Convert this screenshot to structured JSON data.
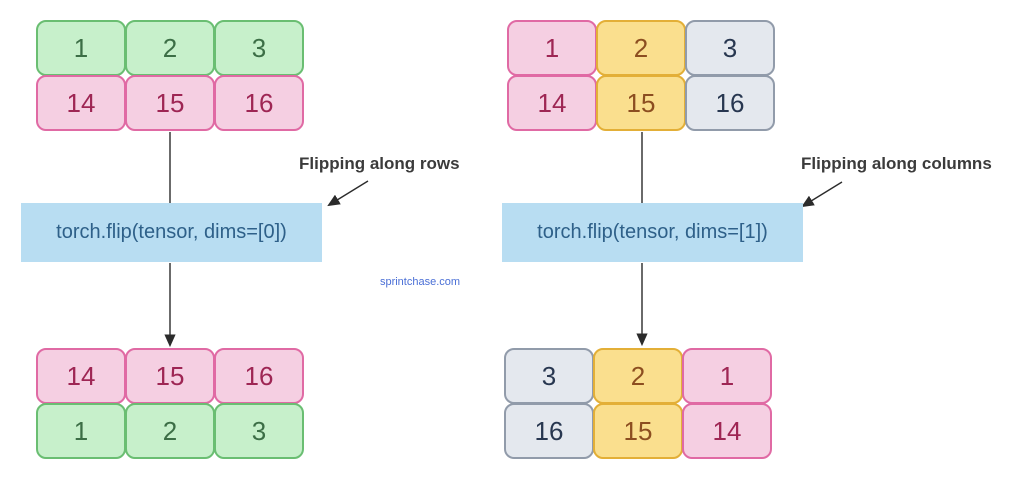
{
  "watermark": {
    "text": "sprintchase.com",
    "color": "#4a6fd6"
  },
  "palette": {
    "green_bg": "#c7f0cb",
    "green_border": "#6abe72",
    "green_text": "#3c6e46",
    "pink_bg": "#f5cfe2",
    "pink_border": "#e06aa4",
    "pink_text": "#9e2654",
    "yellow_bg": "#fadf8e",
    "yellow_border": "#e3af37",
    "yellow_text": "#8c4e20",
    "gray_bg": "#e4e8ee",
    "gray_border": "#919baa",
    "gray_text": "#283750",
    "code_box_bg": "#b8ddf2",
    "code_box_text": "#2e6089",
    "arrow": "#2b2b2b",
    "label_text": "#3b3b3b"
  },
  "left": {
    "label": "Flipping along rows",
    "code": "torch.flip(tensor, dims=[0])",
    "top": {
      "cells": [
        [
          "1",
          "2",
          "3"
        ],
        [
          "14",
          "15",
          "16"
        ]
      ]
    },
    "bottom": {
      "cells": [
        [
          "14",
          "15",
          "16"
        ],
        [
          "1",
          "2",
          "3"
        ]
      ]
    }
  },
  "right": {
    "label": "Flipping along columns",
    "code": "torch.flip(tensor, dims=[1])",
    "top": {
      "cells": [
        [
          "1",
          "2",
          "3"
        ],
        [
          "14",
          "15",
          "16"
        ]
      ]
    },
    "bottom": {
      "cells": [
        [
          "3",
          "2",
          "1"
        ],
        [
          "16",
          "15",
          "14"
        ]
      ]
    }
  }
}
